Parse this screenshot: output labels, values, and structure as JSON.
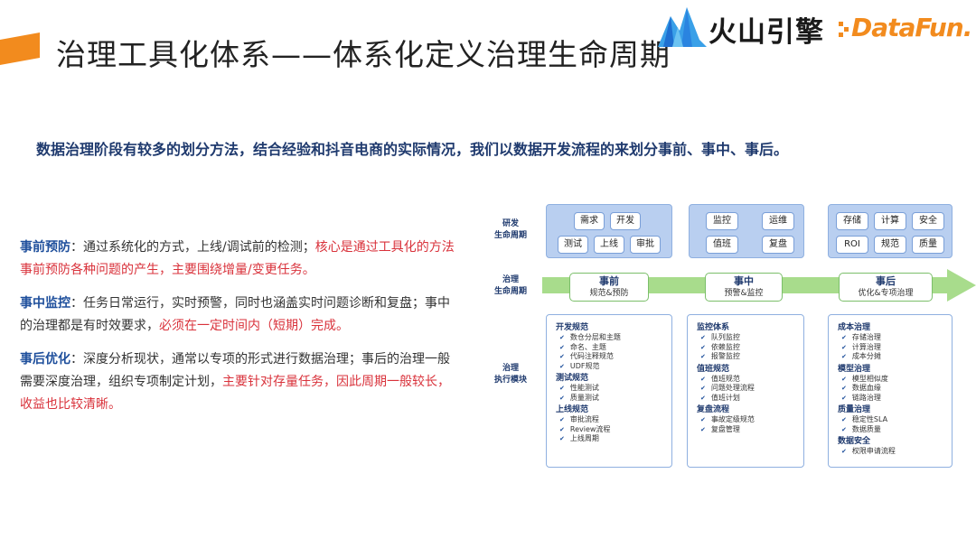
{
  "header": {
    "title": "治理工具化体系——体系化定义治理生命周期",
    "logo_volc_text": "火山引擎",
    "logo_df_text": "DataFun."
  },
  "subtitle": "数据治理阶段有较多的划分方法，结合经验和抖音电商的实际情况，我们以数据开发流程的来划分事前、事中、事后。",
  "paragraphs": [
    {
      "head": "事前预防",
      "normal": "：通过系统化的方式，上线/调试前的检测；",
      "red": "核心是通过工具化的方法事前预防各种问题的产生，主要围绕增量/变更任务。"
    },
    {
      "head": "事中监控",
      "normal": "：任务日常运行，实时预警，同时也涵盖实时问题诊断和复盘；事中的治理都是有时效要求，",
      "red": "必须在一定时间内（短期）完成。"
    },
    {
      "head": "事后优化",
      "normal": "：深度分析现状，通常以专项的形式进行数据治理；事后的治理一般需要深度治理，组织专项制定计划，",
      "red": "主要针对存量任务，因此周期一般较长，收益也比较清晰。"
    }
  ],
  "diagram": {
    "row_labels": {
      "dev": [
        "研发",
        "生命周期"
      ],
      "gov": [
        "治理",
        "生命周期"
      ],
      "exec": [
        "治理",
        "执行模块"
      ]
    },
    "top_chips": {
      "col1": [
        "需求",
        "开发",
        "测试",
        "上线",
        "审批"
      ],
      "col2": [
        "监控",
        "运维",
        "值班",
        "复盘"
      ],
      "col3": [
        "存储",
        "计算",
        "安全",
        "ROI",
        "规范",
        "质量"
      ]
    },
    "phases": [
      {
        "title": "事前",
        "sub": "规范&预防"
      },
      {
        "title": "事中",
        "sub": "预警&监控"
      },
      {
        "title": "事后",
        "sub": "优化&专项治理"
      }
    ],
    "check_mark": "✔",
    "modules": [
      [
        {
          "title": "开发规范",
          "items": [
            "数仓分层和主题",
            "命名、主题",
            "代码注释规范",
            "UDF规范"
          ]
        },
        {
          "title": "测试规范",
          "items": [
            "性能测试",
            "质量测试"
          ]
        },
        {
          "title": "上线规范",
          "items": [
            "审批流程",
            "Review流程",
            "上线周期"
          ]
        }
      ],
      [
        {
          "title": "监控体系",
          "items": [
            "队列监控",
            "依赖监控",
            "报警监控"
          ]
        },
        {
          "title": "值班规范",
          "items": [
            "值班规范",
            "问题处理流程",
            "值班计划"
          ]
        },
        {
          "title": "复盘流程",
          "items": [
            "事故定级规范",
            "复盘管理"
          ]
        }
      ],
      [
        {
          "title": "成本治理",
          "items": [
            "存储治理",
            "计算治理",
            "成本分摊"
          ]
        },
        {
          "title": "模型治理",
          "items": [
            "模型相似度",
            "数据血缘",
            "链路治理"
          ]
        },
        {
          "title": "质量治理",
          "items": [
            "稳定性SLA",
            "数据质量"
          ]
        },
        {
          "title": "数据安全",
          "items": [
            "权限申请流程"
          ]
        }
      ]
    ]
  },
  "colors": {
    "accent_orange": "#f28b1e",
    "title_blue": "#1f3a6e",
    "head_blue": "#1e4f9c",
    "highlight_red": "#d9323b",
    "top_box_blue": "#b9cff0",
    "arrow_green": "#a8dc8c"
  }
}
